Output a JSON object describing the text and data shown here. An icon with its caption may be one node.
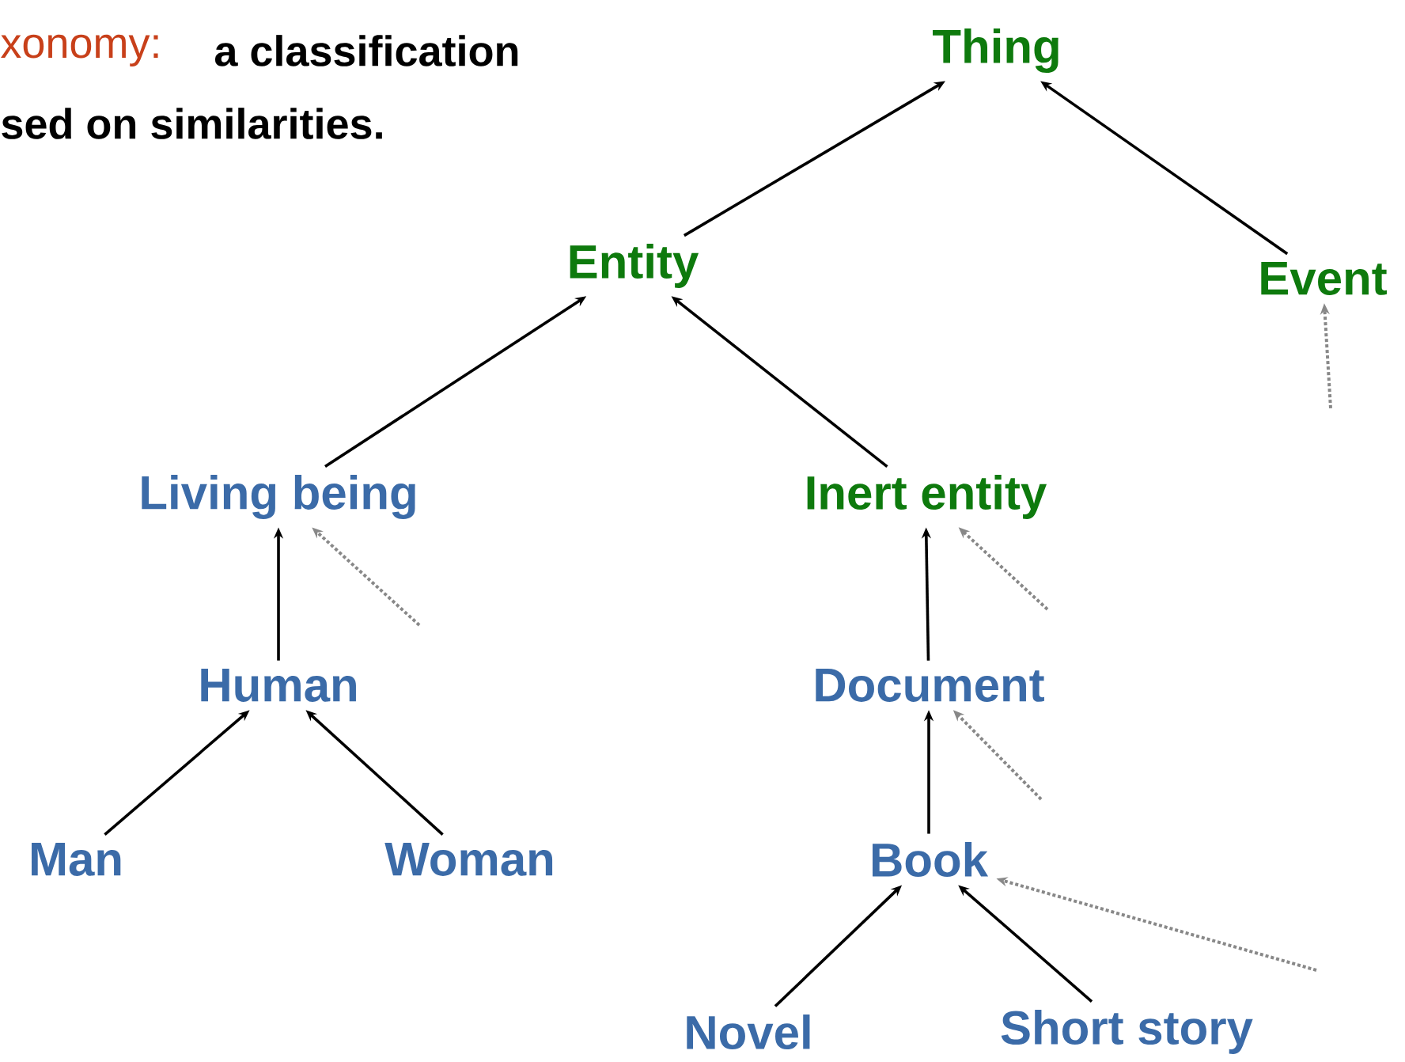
{
  "diagram": {
    "nodes": [
      {
        "text": [
          "Thing"
        ]
      },
      {
        "text": [
          "Entity"
        ]
      },
      {
        "text": [
          "Event"
        ]
      },
      {
        "text": [
          "Living being"
        ]
      },
      {
        "text": [
          "Inert entity"
        ]
      },
      {
        "text": [
          "Human"
        ]
      },
      {
        "text": [
          "Document"
        ]
      },
      {
        "text": [
          "Man"
        ]
      },
      {
        "text": [
          "Woman"
        ]
      },
      {
        "text": [
          "Book"
        ]
      },
      {
        "text": [
          "Novel"
        ]
      },
      {
        "text": [
          "Short story"
        ]
      }
    ],
    "edges": [
      {
        "from": 1,
        "to": 0,
        "arrow": "to"
      },
      {
        "from": 2,
        "to": 0,
        "arrow": "to"
      },
      {
        "from": 3,
        "to": 1,
        "arrow": "to"
      },
      {
        "from": 4,
        "to": 1,
        "arrow": "to"
      },
      {
        "from": 5,
        "to": 3,
        "arrow": "to"
      },
      {
        "from": 6,
        "to": 4,
        "arrow": "to"
      },
      {
        "from": 7,
        "to": 5,
        "arrow": "to"
      },
      {
        "from": 8,
        "to": 5,
        "arrow": "to"
      },
      {
        "from": 9,
        "to": 6,
        "arrow": "to"
      },
      {
        "from": 10,
        "to": 9,
        "arrow": "to"
      },
      {
        "from": 11,
        "to": 9,
        "arrow": "to"
      },
      {
        "from": null,
        "to": 2,
        "arrow": "to",
        "style": "dashed",
        "color": "#888888"
      },
      {
        "from": null,
        "to": 3,
        "arrow": "to",
        "style": "dashed",
        "color": "#888888"
      },
      {
        "from": null,
        "to": 4,
        "arrow": "to",
        "style": "dashed",
        "color": "#888888"
      },
      {
        "from": null,
        "to": 6,
        "arrow": "to",
        "style": "dashed",
        "color": "#888888"
      },
      {
        "from": null,
        "to": 9,
        "arrow": "to",
        "style": "dashed",
        "color": "#888888"
      }
    ],
    "labels": [
      "xonomy:",
      "a classification",
      "sed on similarities."
    ]
  }
}
